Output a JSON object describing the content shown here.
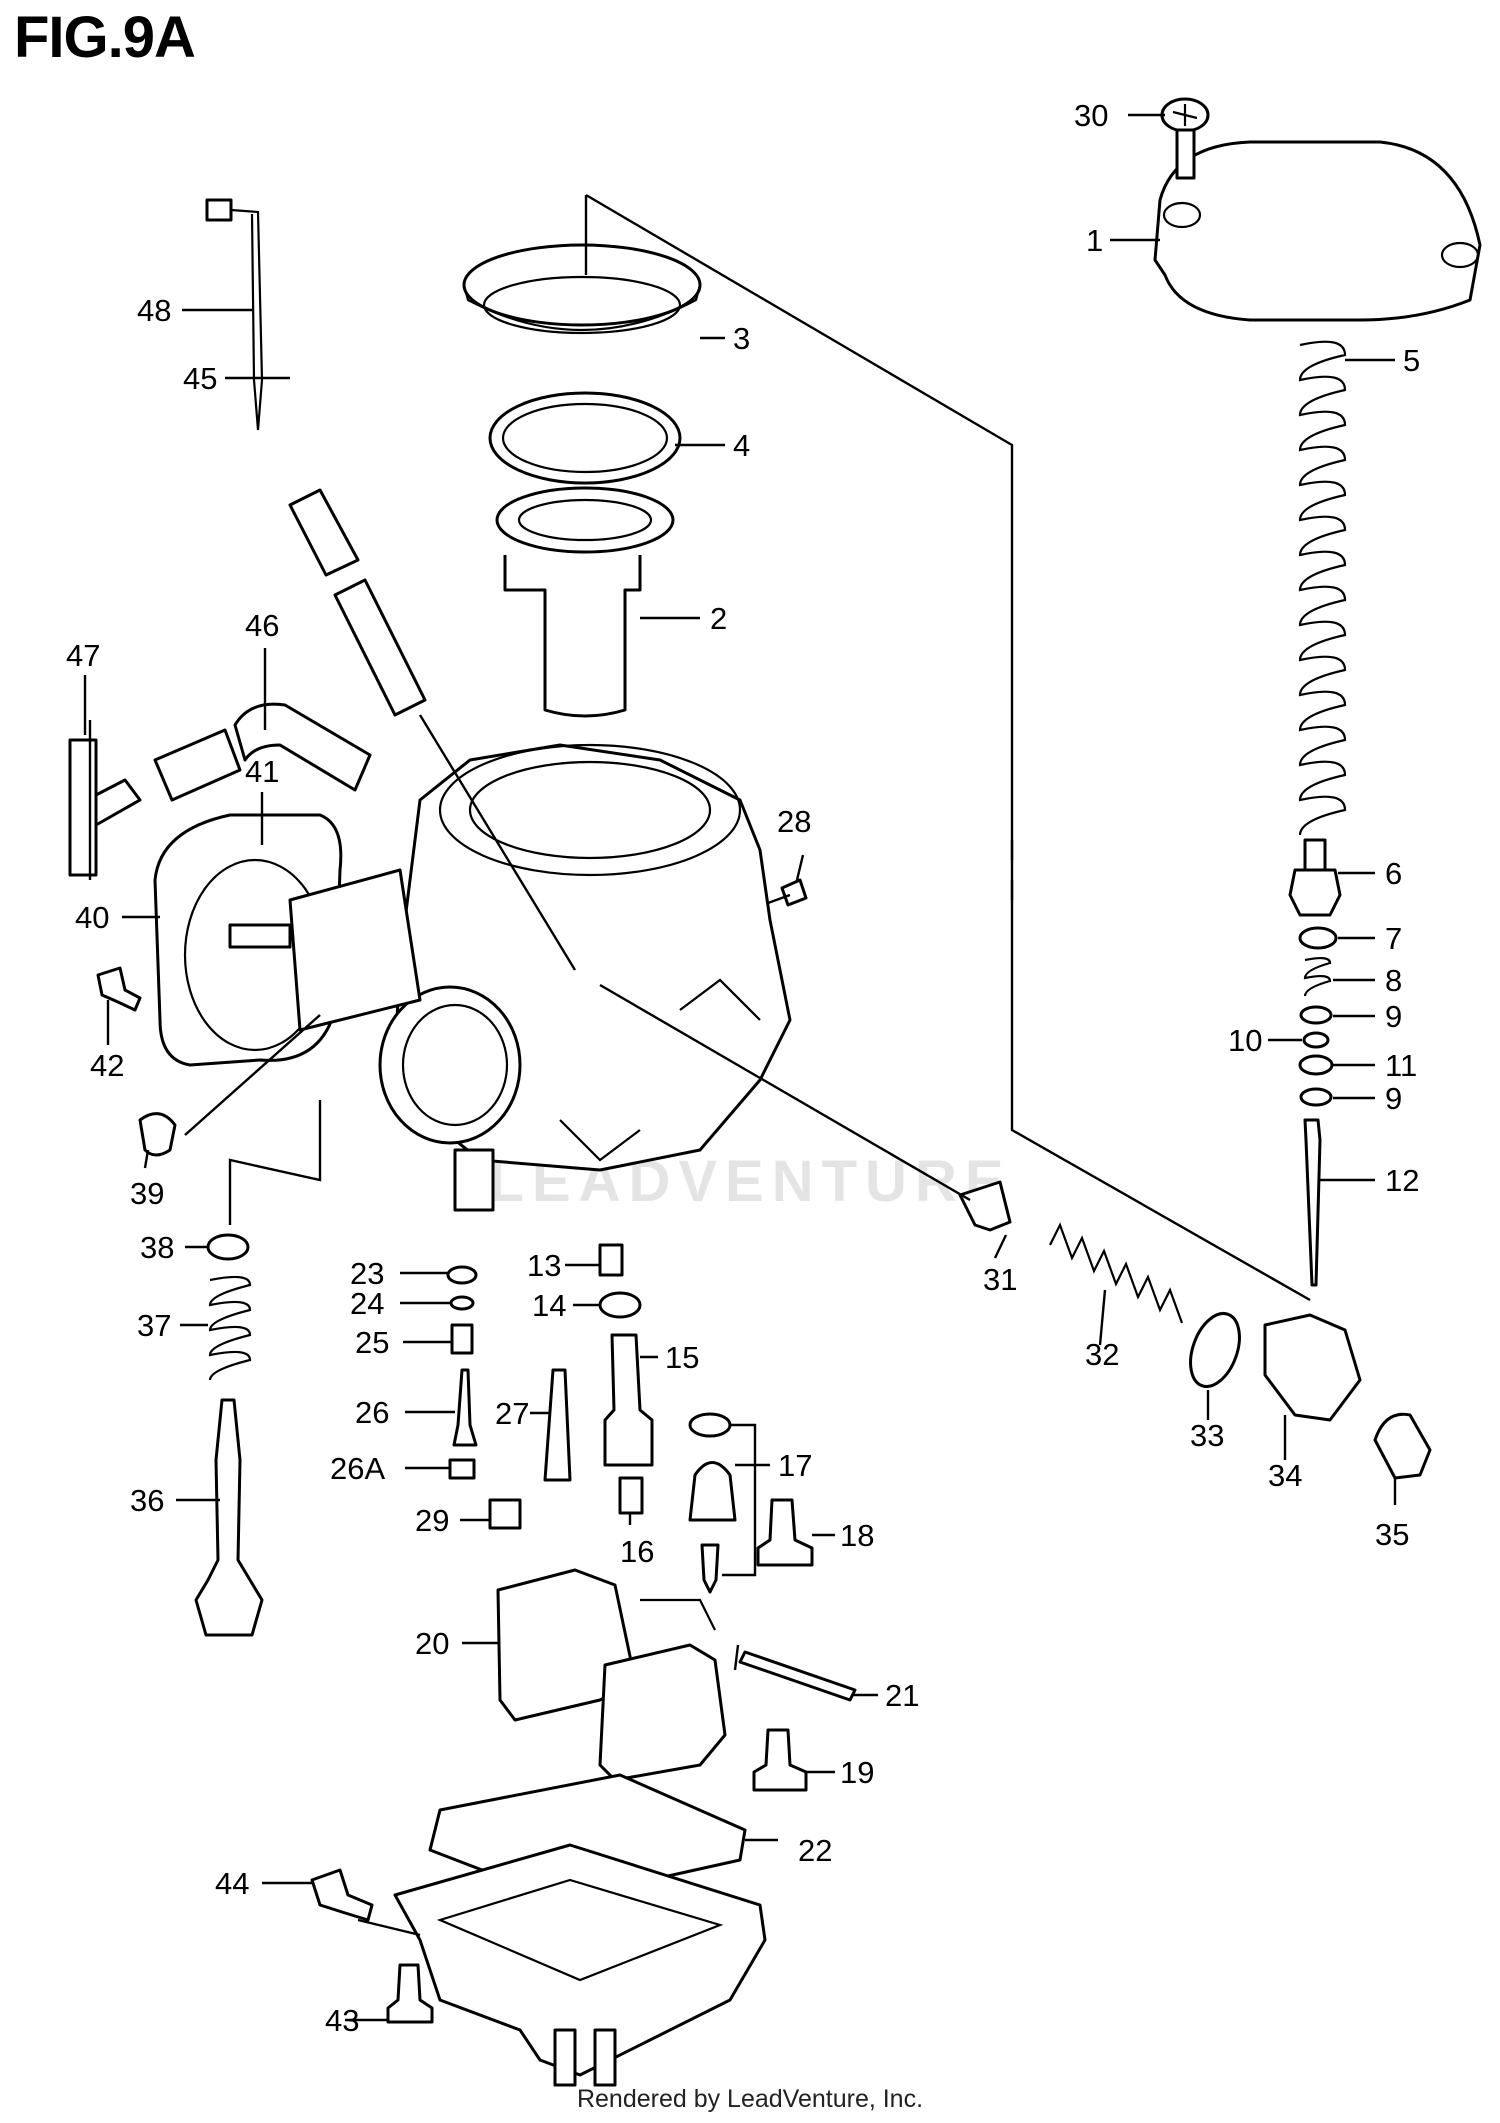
{
  "figure": {
    "title": "FIG.9A"
  },
  "watermark": "LEADVENTURE",
  "footer": {
    "text": "Rendered by LeadVenture, Inc."
  },
  "callouts": [
    "1",
    "2",
    "3",
    "4",
    "5",
    "6",
    "7",
    "8",
    "9",
    "9",
    "10",
    "11",
    "12",
    "13",
    "14",
    "15",
    "16",
    "17",
    "18",
    "19",
    "20",
    "21",
    "22",
    "23",
    "24",
    "25",
    "26",
    "26A",
    "27",
    "28",
    "29",
    "30",
    "31",
    "32",
    "33",
    "34",
    "35",
    "36",
    "37",
    "38",
    "39",
    "40",
    "41",
    "42",
    "43",
    "44",
    "45",
    "46",
    "47",
    "48"
  ]
}
